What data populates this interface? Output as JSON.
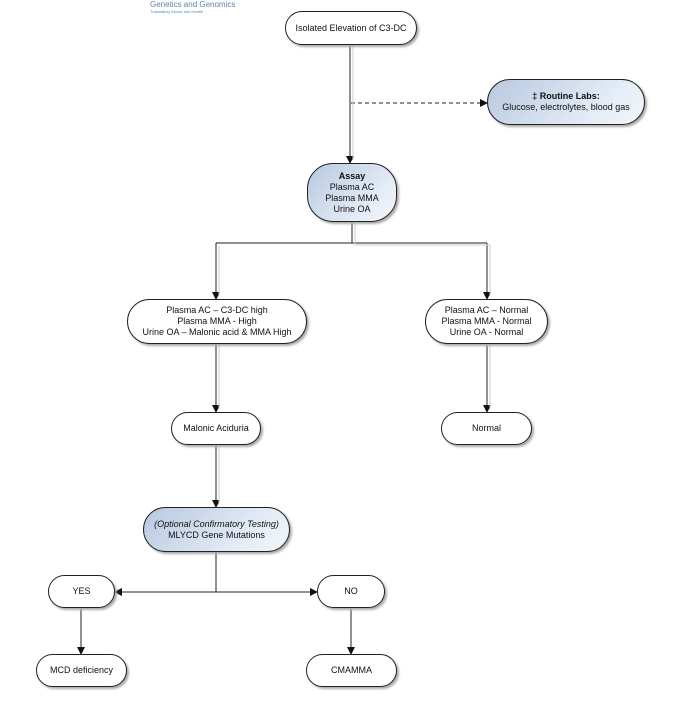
{
  "logo": {
    "line1": "Genetics and Genomics",
    "line2": "Translating Genes Into Health"
  },
  "nodes": {
    "start": "Isolated Elevation of C3-DC",
    "routine_title": "‡ Routine Labs:",
    "routine_body": "Glucose, electrolytes, blood gas",
    "assay": [
      "Assay",
      "Plasma AC",
      "Plasma MMA",
      "Urine OA"
    ],
    "left_results": [
      "Plasma AC – C3-DC high",
      "Plasma MMA - High",
      "Urine OA – Malonic acid & MMA High"
    ],
    "right_results": [
      "Plasma AC – Normal",
      "Plasma MMA - Normal",
      "Urine OA - Normal"
    ],
    "malonic": "Malonic Aciduria",
    "normal": "Normal",
    "optional": [
      "(Optional Confirmatory Testing)",
      "MLYCD Gene Mutations"
    ],
    "yes": "YES",
    "no": "NO",
    "mcd": "MCD deficiency",
    "cmamma": "CMAMMA"
  },
  "colors": {
    "blue_fill": "#c8d6ea",
    "border": "#222222"
  }
}
